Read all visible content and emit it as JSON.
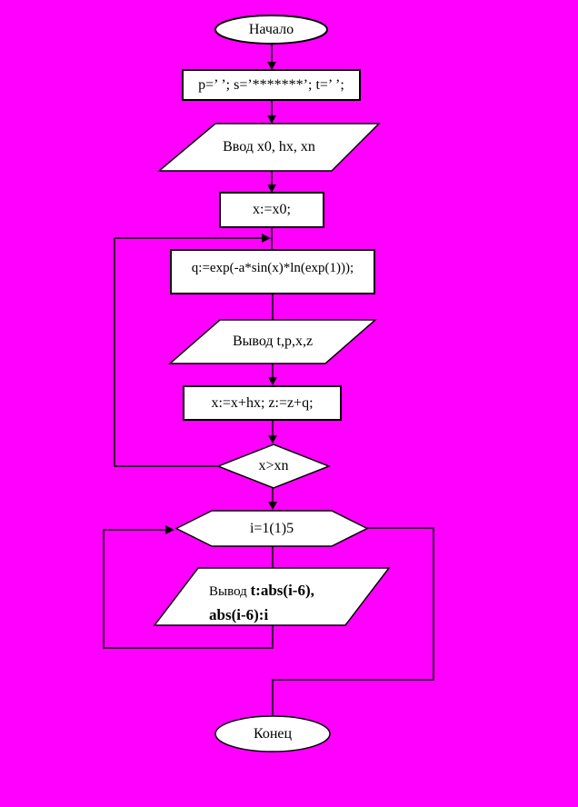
{
  "canvas": {
    "background_color": "#FF00FF",
    "shape_fill": "#FFFFFF",
    "line_color": "#000000"
  },
  "nodes": {
    "start": {
      "type": "terminator",
      "label": "Начало"
    },
    "init": {
      "type": "process",
      "label": "p=’ ’; s=’*******’; t=’ ’;"
    },
    "input": {
      "type": "input-output",
      "label": "Ввод x0, hx, xn"
    },
    "set_x": {
      "type": "process",
      "label": "x:=x0;"
    },
    "calc_q": {
      "type": "process",
      "label": "q:=exp(-a*sin(x)*ln(exp(1)));"
    },
    "output1": {
      "type": "input-output",
      "label": "Вывод t,p,x,z"
    },
    "step": {
      "type": "process",
      "label": "x:=x+hx; z:=z+q;"
    },
    "cond": {
      "type": "decision",
      "label": "x>xn"
    },
    "loop": {
      "type": "loop-bound",
      "label": "i=1(1)5"
    },
    "output2": {
      "type": "input-output",
      "label_prefix": "Вывод ",
      "label_line1": "t:abs(i-6),",
      "label_line2": "abs(i-6):i"
    },
    "end": {
      "type": "terminator",
      "label": "Конец"
    }
  },
  "edges": [
    {
      "from": "start",
      "to": "init",
      "arrow": true
    },
    {
      "from": "init",
      "to": "input",
      "arrow": true
    },
    {
      "from": "input",
      "to": "set_x",
      "arrow": true
    },
    {
      "from": "set_x",
      "to": "calc_q",
      "arrow": false
    },
    {
      "from": "calc_q",
      "to": "output1",
      "arrow": false
    },
    {
      "from": "output1",
      "to": "step",
      "arrow": true
    },
    {
      "from": "step",
      "to": "cond",
      "arrow": true
    },
    {
      "from": "cond",
      "to": "calc_q",
      "arrow": true,
      "route": "left-loop-back"
    },
    {
      "from": "cond",
      "to": "loop",
      "arrow": true
    },
    {
      "from": "loop",
      "to": "output2",
      "arrow": false
    },
    {
      "from": "output2",
      "to": "loop",
      "arrow": true,
      "route": "left-loop-back"
    },
    {
      "from": "loop",
      "to": "end",
      "arrow": false,
      "route": "right-side"
    }
  ]
}
